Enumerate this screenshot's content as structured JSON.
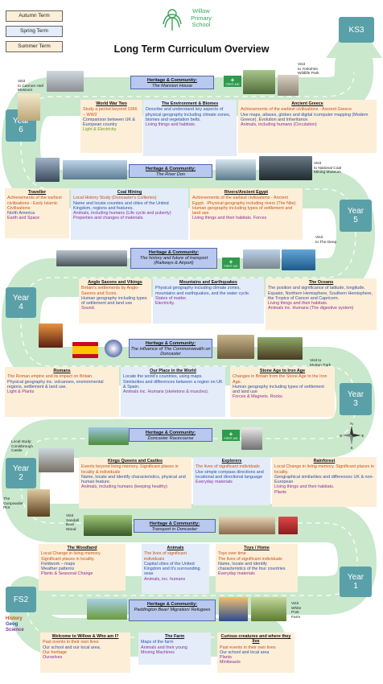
{
  "legend": {
    "autumn": "Autumn Term",
    "spring": "Spring Term",
    "summer": "Summer Term",
    "colors": {
      "autumn": "#fdeed8",
      "spring": "#e3ecf8",
      "summer": "#fdeed8"
    }
  },
  "logo": {
    "line1": "Willow",
    "line2": "Primary",
    "line3": "School",
    "color": "#3aa35a"
  },
  "title": "Long Term Curriculum Overview",
  "stages": {
    "ks3": "KS3",
    "year6": "Year\n6",
    "year5": "Year\n5",
    "year4": "Year\n4",
    "year3": "Year\n3",
    "year2": "Year\n2",
    "year1": "Year\n1",
    "fs2": "FS2"
  },
  "visits": {
    "yorkshire": "Visit\nto Yorkshire\nWildlife Park",
    "cannon": "Visit\nto Cannon Hall\nMuseum",
    "coal": "Visit\nto National Coal\nMining Museum",
    "deep": "Visit\nto The Deep",
    "murton": "Visit to\nMurton Park",
    "conis": "Local study:\nConisbrough\nCastle",
    "gunpowder": "The\nGunpowder\nPlot",
    "sandall": "Visit\nSandall\nBeat\nWood",
    "whitepost": "Visit\nWhite\nPost\nFarm"
  },
  "heritage": [
    {
      "h": "Heritage & Community:",
      "s": "The Mansion House"
    },
    {
      "h": "Heritage & Community:",
      "s": "The River Don"
    },
    {
      "h": "Heritage & Community:",
      "s": "The history and future of transport (Railways & Airport)"
    },
    {
      "h": "Heritage & Community:",
      "s": "The influence of The Commonwealth on Doncaster"
    },
    {
      "h": "Heritage & Community:",
      "s": "Doncaster Racecourse"
    },
    {
      "h": "Heritage & Community:",
      "s": "Transport in Doncaster"
    },
    {
      "h": "Heritage & Community:",
      "s": "Paddington Bear/ Migration/ Refugees"
    }
  ],
  "first_aid": "FIRST AID",
  "y6": [
    {
      "h": "World War Two",
      "l": [
        {
          "t": "Study a period beyond 1066 – WW2",
          "c": "o"
        },
        {
          "t": "Comparison between UK & European country",
          "c": "bl"
        },
        {
          "t": "Light & Electricity.",
          "c": "g"
        }
      ]
    },
    {
      "h": "The Environment & Biomes",
      "l": [
        {
          "t": "Describe and understand key aspects of physical geography including climate zones, biomes and vegetation belts.",
          "c": "bl"
        },
        {
          "t": "Living things and habitats.",
          "c": "p"
        }
      ]
    },
    {
      "h": "Ancient Greece",
      "l": [
        {
          "t": "Achievements of the earliest civilisations - Ancient Greece",
          "c": "o"
        },
        {
          "t": "Use maps, atlases, globes and digital /computer mapping (Modern Greece). Evolution and Inheritance.",
          "c": "bl"
        },
        {
          "t": "Animals, including humans (Circulation)",
          "c": "p"
        }
      ]
    }
  ],
  "y5": [
    {
      "h": "Traveller",
      "l": [
        {
          "t": "Achievements of the earliest civilisations - Early Islamic Civilisations",
          "c": "o"
        },
        {
          "t": "North America",
          "c": "bl"
        },
        {
          "t": "Earth and Space",
          "c": "p"
        }
      ]
    },
    {
      "h": "Coal Mining",
      "l": [
        {
          "t": "Local History Study (Doncaster's Collieries)",
          "c": "o"
        },
        {
          "t": "Name and locate counties and cities of the United Kingdom, regions and features.",
          "c": "bl"
        },
        {
          "t": "Animals, including humans (Life cycle and puberty)",
          "c": "p"
        },
        {
          "t": "Properties and changes of materials.",
          "c": "p"
        }
      ]
    },
    {
      "h": "Rivers/Ancient Egypt",
      "l": [
        {
          "t": "Achievements of the earliest civilisations - Ancient Egypt. -Physical geography including rivers (The Nile). Human geography including types of settlement and land use.",
          "c": "o"
        },
        {
          "t": "Living things and their habitats. Forces",
          "c": "p"
        }
      ]
    }
  ],
  "y4": [
    {
      "h": "Anglo Saxons and Vikings",
      "l": [
        {
          "t": "Britain's settlements by Anglo-Saxons and Scots.",
          "c": "o"
        },
        {
          "t": "Human geography including types of settlement and land use",
          "c": "bl"
        },
        {
          "t": "Sound.",
          "c": "p"
        }
      ]
    },
    {
      "h": "Mountains and Earthquakes",
      "l": [
        {
          "t": "Physical geography including climate zones, mountains and earthquakes, and the water cycle.",
          "c": "bl"
        },
        {
          "t": "States of matter.",
          "c": "p"
        },
        {
          "t": "Electricity.",
          "c": "p"
        }
      ]
    },
    {
      "h": "The Oceans",
      "l": [
        {
          "t": "The position and significance of latitude, longitude, Equator, Northern Hemisphere, Southern Hemisphere, the Tropics of Cancer and Capricorn.",
          "c": "bl"
        },
        {
          "t": "Living things and their habitats.",
          "c": "p"
        },
        {
          "t": "Animals inc. Humans (The digestive system)",
          "c": "p"
        }
      ]
    }
  ],
  "y3": [
    {
      "h": "Romans",
      "l": [
        {
          "t": "The Roman empire and its impact on Britain.",
          "c": "o"
        },
        {
          "t": "Physical geography inc. volcanoes, environmental regions, settlement & land use.",
          "c": "bl"
        },
        {
          "t": "Light & Plants",
          "c": "p"
        }
      ]
    },
    {
      "h": "Our Place in the World",
      "l": [
        {
          "t": "Locate the world's countries, using maps.",
          "c": "bl"
        },
        {
          "t": "Similarities and differences between a region on UK & Spain.",
          "c": "bl"
        },
        {
          "t": "Animals inc. Humans (skeletons & muscles).",
          "c": "p"
        }
      ]
    },
    {
      "h": "Stone Age to Iron Age",
      "l": [
        {
          "t": "Changes in Britain from the Stone Age to the Iron Age.",
          "c": "o"
        },
        {
          "t": "Human geography including types of settlement and land use",
          "c": "bl"
        },
        {
          "t": "Forces & Magnets. Rocks.",
          "c": "p"
        }
      ]
    }
  ],
  "y2": [
    {
      "h": "Kings Queens and Castles",
      "l": [
        {
          "t": "Events beyond living memory. Significant places in locality & individuals",
          "c": "o"
        },
        {
          "t": "Name, locate and identify characteristics, physical and human feature.",
          "c": "bl"
        },
        {
          "t": "Animals, including humans (keeping healthy)",
          "c": "p"
        }
      ]
    },
    {
      "h": "Explorers",
      "l": [
        {
          "t": "The lives of significant individuals",
          "c": "o"
        },
        {
          "t": "Use simple compass directions and locational and directional language",
          "c": "bl"
        },
        {
          "t": "Everyday materials",
          "c": "p"
        }
      ]
    },
    {
      "h": "Rainforest",
      "l": [
        {
          "t": "Local Change in living memory. Significant places in locality.",
          "c": "o"
        },
        {
          "t": "Geographical similarities and differences UK & non-European",
          "c": "bl"
        },
        {
          "t": "Living things and their habitats.",
          "c": "p"
        },
        {
          "t": "Plants",
          "c": "p"
        }
      ]
    }
  ],
  "y1": [
    {
      "h": "The Woodland",
      "l": [
        {
          "t": "Local Change in living memory.",
          "c": "o"
        },
        {
          "t": "Significant places in locality.",
          "c": "o"
        },
        {
          "t": "Fieldwork – maps",
          "c": "bl"
        },
        {
          "t": "Weather patterns",
          "c": "bl"
        },
        {
          "t": "Plants & Seasonal Change",
          "c": "p"
        }
      ]
    },
    {
      "h": "Animals",
      "l": [
        {
          "t": "The lives of significant individuals",
          "c": "o"
        },
        {
          "t": "Capital cities of the United Kingdom and it's surrounding seas",
          "c": "bl"
        },
        {
          "t": "Animals, inc. humans",
          "c": "p"
        }
      ]
    },
    {
      "h": "Toys / Home",
      "l": [
        {
          "t": "Toys over time",
          "c": "o"
        },
        {
          "t": "The lives of significant individuals",
          "c": "o"
        },
        {
          "t": "Name, locate and identify characteristics of the four countries",
          "c": "bl"
        },
        {
          "t": "Everyday materials",
          "c": "p"
        }
      ]
    }
  ],
  "fs2": [
    {
      "h": "Welcome to Willow & Who am I?",
      "l": [
        {
          "t": "Past events in their own lives",
          "c": "o"
        },
        {
          "t": "Our school and our local area.",
          "c": "bl"
        },
        {
          "t": "Our heritage",
          "c": "o"
        },
        {
          "t": "Ourselves",
          "c": "p"
        }
      ]
    },
    {
      "h": "The Farm",
      "l": [
        {
          "t": "Maps of the farm",
          "c": "bl"
        },
        {
          "t": "Animals and their young",
          "c": "p"
        },
        {
          "t": "Moving Machines",
          "c": "p"
        }
      ]
    },
    {
      "h": "Curious creatures and where they live",
      "l": [
        {
          "t": "Past events in their own lives",
          "c": "o"
        },
        {
          "t": "Our school and local area",
          "c": "bl"
        },
        {
          "t": "Plants",
          "c": "p"
        },
        {
          "t": "Minibeasts",
          "c": "p"
        }
      ]
    }
  ],
  "key": {
    "history": "History",
    "geog": "Geog",
    "science": "Science"
  },
  "compass": {
    "n": "N",
    "e": "E",
    "s": "S",
    "w": "W"
  }
}
